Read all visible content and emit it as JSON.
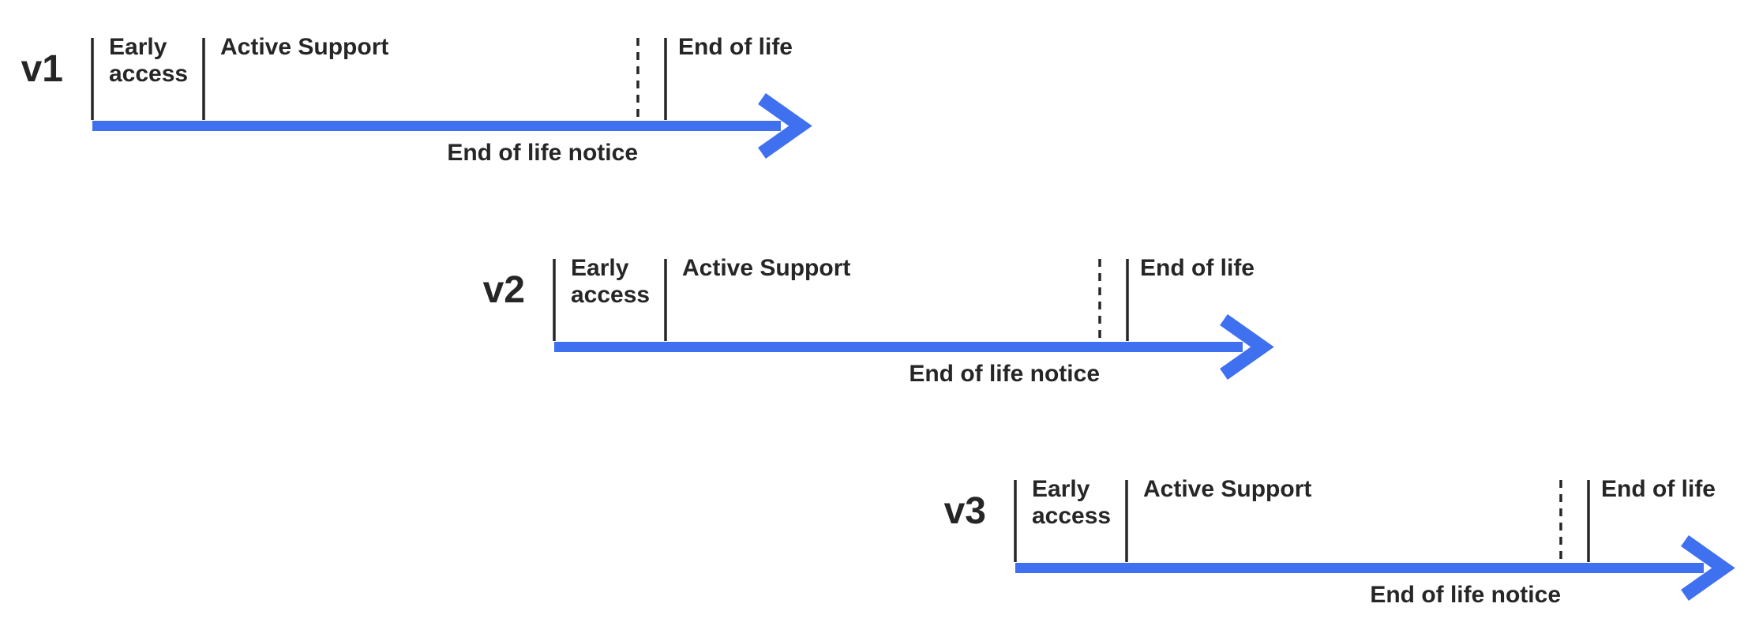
{
  "colors": {
    "accent": "#3E70F0",
    "ink": "#262626"
  },
  "diagram": {
    "description": "Staggered release lifecycle timelines for three product versions",
    "timelines": [
      {
        "version": "v1",
        "early_access": "Early access",
        "active_support": "Active Support",
        "end_of_life": "End of life",
        "end_of_life_notice": "End of life notice"
      },
      {
        "version": "v2",
        "early_access": "Early access",
        "active_support": "Active Support",
        "end_of_life": "End of life",
        "end_of_life_notice": "End of life notice"
      },
      {
        "version": "v3",
        "early_access": "Early access",
        "active_support": "Active Support",
        "end_of_life": "End of life",
        "end_of_life_notice": "End of life notice"
      }
    ]
  }
}
